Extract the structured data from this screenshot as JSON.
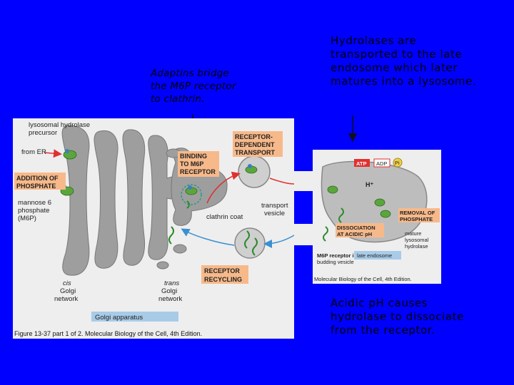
{
  "captions": {
    "adaptins": "Adaptins bridge\nthe M6P receptor\nto clathrin.",
    "hydrolases": "Hydrolases are\ntransported to the late\nendosome which later\nmatures into a lysosome.",
    "acidic": "Acidic pH causes\nhydrolase to dissociate\nfrom the receptor."
  },
  "left_figure": {
    "lysosomal_hydrolase": "lysosomal hydrolase",
    "precursor": "precursor",
    "from_er": "from ER",
    "addition_line1": "ADDITION OF",
    "addition_line2": "PHOSPHATE",
    "m6p_line1": "mannose 6",
    "m6p_line2": "phosphate",
    "m6p_line3": "(M6P)",
    "binding_line1": "BINDING",
    "binding_line2": "TO M6P",
    "binding_line3": "RECEPTOR",
    "receptor_dep_line1": "RECEPTOR-",
    "receptor_dep_line2": "DEPENDENT",
    "receptor_dep_line3": "TRANSPORT",
    "transport_line1": "transport",
    "transport_line2": "vesicle",
    "clathrin_coat": "clathrin coat",
    "recycling_line1": "RECEPTOR",
    "recycling_line2": "RECYCLING",
    "cis_line1": "cis",
    "cis_line2": "Golgi",
    "cis_line3": "network",
    "trans_line1": "trans",
    "trans_line2": "Golgi",
    "trans_line3": "network",
    "golgi_apparatus": "Golgi apparatus",
    "figure_caption": "Figure 13-37 part 1 of 2. Molecular Biology of the Cell, 4th Edition."
  },
  "right_figure": {
    "atp": "ATP",
    "adp": "ADP",
    "pi": "Pi",
    "h_plus": "H⁺",
    "removal_line1": "REMOVAL OF",
    "removal_line2": "PHOSPHATE",
    "dissociation_line1": "DISSOCIATION",
    "dissociation_line2": "AT ACIDIC pH",
    "mature_line1": "mature",
    "mature_line2": "lysosomal",
    "mature_line3": "hydrolase",
    "m6p_receptor_line1": "M6P receptor in",
    "m6p_receptor_line2": "budding vesicle",
    "late_endosome": "late endosome",
    "figure_caption": "Molecular Biology of the Cell, 4th Edition."
  },
  "colors": {
    "background": "#0000ff",
    "panel": "#eeeeee",
    "golgi": "#9e9e9e",
    "label_orange": "#f7b98a",
    "label_blue": "#a8cbe8",
    "hydrolase_green": "#5aa63c",
    "arrow_red": "#e03030",
    "arrow_blue": "#3a90d0"
  }
}
